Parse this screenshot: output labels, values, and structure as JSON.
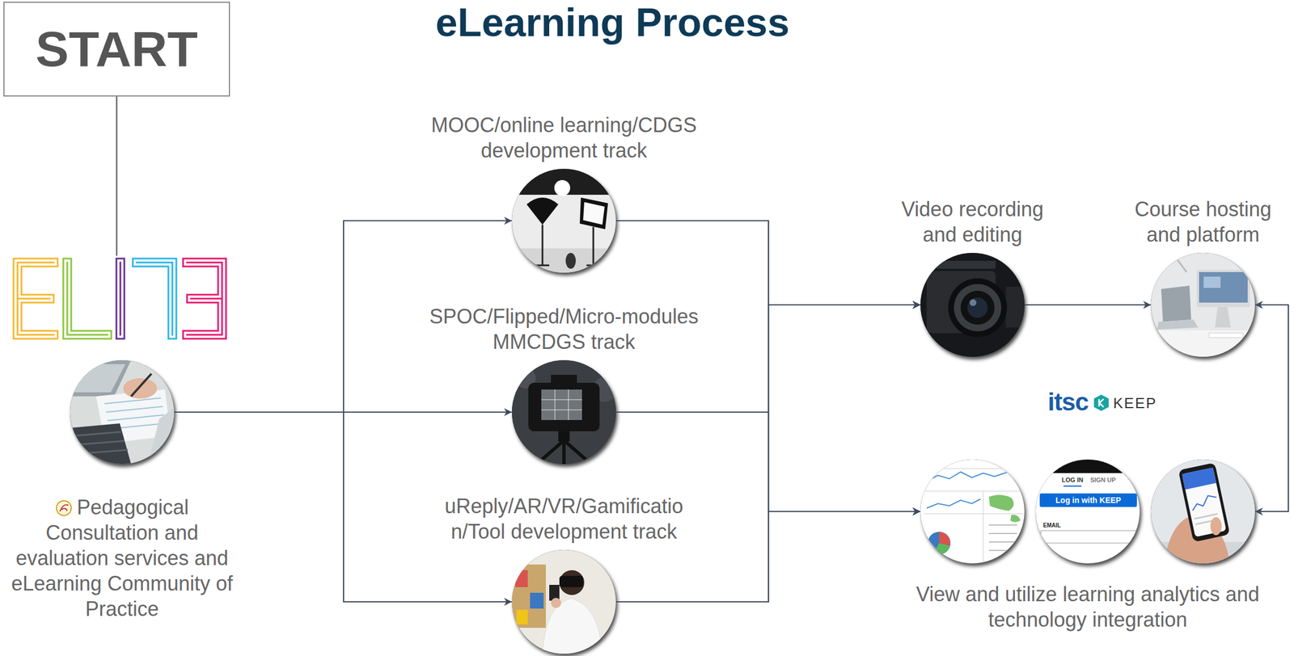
{
  "diagram": {
    "title": "eLearning Process",
    "nodes": [
      {
        "text": [
          "START"
        ]
      },
      {
        "text": [
          "Pedagogical Consultation and evaluation services and eLearning Community of Practice"
        ]
      },
      {
        "text": [
          "MOOC/online learning/CDGS development track"
        ]
      },
      {
        "text": [
          "SPOC/Flipped/Micro-modules MMCDGS track"
        ]
      },
      {
        "text": [
          "uReply/AR/VR/Gamificatio n/Tool development track"
        ]
      },
      {
        "text": [
          "Video recording and editing"
        ]
      },
      {
        "text": [
          "Course hosting and platform"
        ]
      },
      {
        "text": [
          "View and utilize learning analytics and technology integration"
        ]
      }
    ],
    "edges": [
      {
        "from": 0,
        "to": 1,
        "arrow": "none"
      },
      {
        "from": 1,
        "to": 2,
        "arrow": "to"
      },
      {
        "from": 1,
        "to": 3,
        "arrow": "to"
      },
      {
        "from": 1,
        "to": 4,
        "arrow": "to"
      },
      {
        "from": 2,
        "to": 5,
        "arrow": "to"
      },
      {
        "from": 3,
        "to": 5,
        "arrow": "to"
      },
      {
        "from": 4,
        "to": 5,
        "arrow": "to"
      },
      {
        "from": 2,
        "to": 7,
        "arrow": "to"
      },
      {
        "from": 3,
        "to": 7,
        "arrow": "to"
      },
      {
        "from": 4,
        "to": 7,
        "arrow": "to"
      },
      {
        "from": 5,
        "to": 6,
        "arrow": "to"
      },
      {
        "from": 7,
        "to": 6,
        "arrow": "both"
      }
    ],
    "labels": [
      "itsc",
      "KEEP",
      "LOG IN",
      "SIGN UP",
      "Log in with KEEP",
      "EMAIL"
    ]
  }
}
